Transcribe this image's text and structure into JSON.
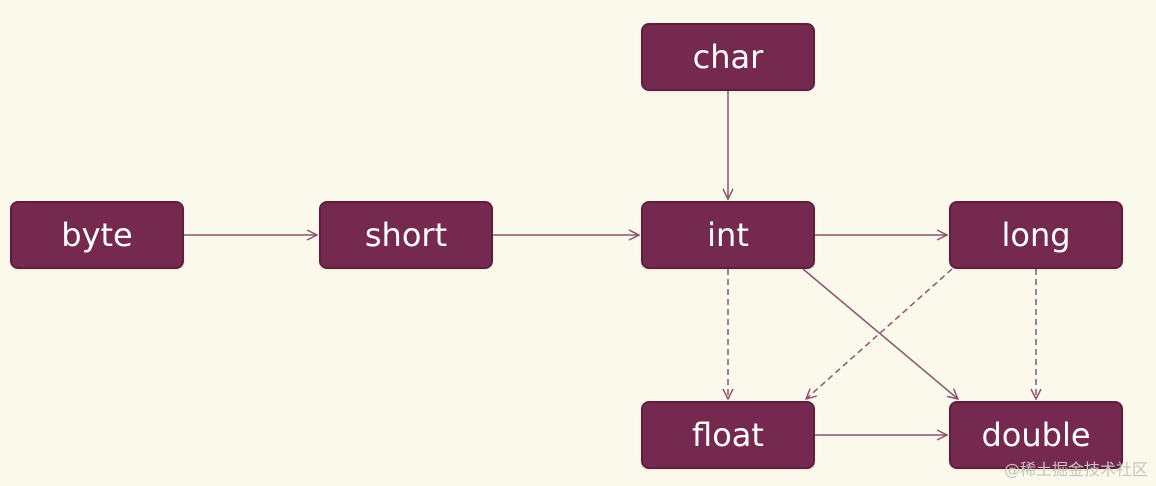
{
  "nodes": {
    "char": "char",
    "byte": "byte",
    "short": "short",
    "int": "int",
    "long": "long",
    "float": "float",
    "double": "double"
  },
  "edges": [
    {
      "from": "char",
      "to": "int",
      "style": "solid"
    },
    {
      "from": "byte",
      "to": "short",
      "style": "solid"
    },
    {
      "from": "short",
      "to": "int",
      "style": "solid"
    },
    {
      "from": "int",
      "to": "long",
      "style": "solid"
    },
    {
      "from": "int",
      "to": "float",
      "style": "dashed"
    },
    {
      "from": "int",
      "to": "double",
      "style": "solid"
    },
    {
      "from": "long",
      "to": "float",
      "style": "dashed"
    },
    {
      "from": "long",
      "to": "double",
      "style": "dashed"
    },
    {
      "from": "float",
      "to": "double",
      "style": "solid"
    }
  ],
  "colors": {
    "background": "#fbf8ec",
    "node_fill": "#76294f",
    "node_text": "#ffffff",
    "edge": "#8a5570"
  },
  "watermark": "@稀土掘金技术社区"
}
